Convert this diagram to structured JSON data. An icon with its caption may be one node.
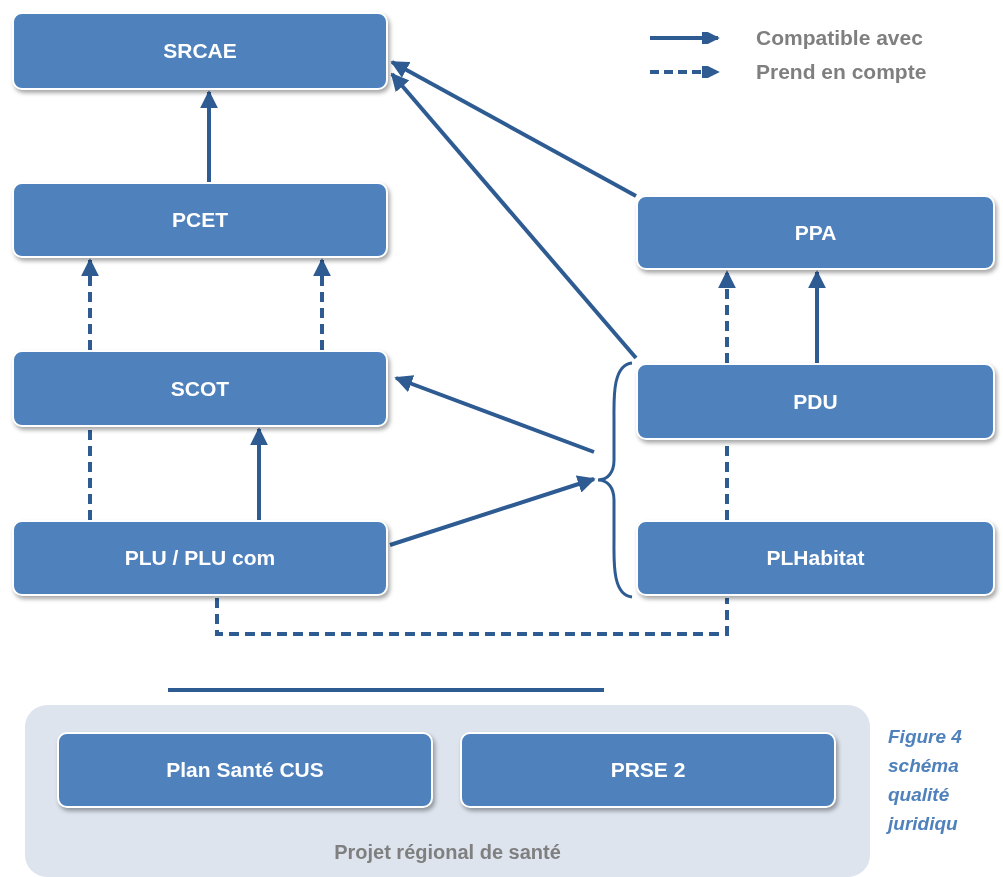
{
  "diagram": {
    "caption": "Figure 4 schéma qualité juridiqu",
    "nodes": [
      {
        "text": [
          "SRCAE"
        ]
      },
      {
        "text": [
          "PCET"
        ]
      },
      {
        "text": [
          "SCOT"
        ]
      },
      {
        "text": [
          "PLU / PLU com"
        ]
      },
      {
        "text": [
          "PPA"
        ]
      },
      {
        "text": [
          "PDU"
        ]
      },
      {
        "text": [
          "PLHabitat"
        ]
      },
      {
        "text": [],
        "shape": "brace"
      },
      {
        "text": [
          "Projet régional de santé"
        ]
      },
      {
        "text": [
          "Plan Santé CUS"
        ],
        "in": 8
      },
      {
        "text": [
          "PRSE 2"
        ],
        "in": 8
      }
    ],
    "edges": [
      {
        "from": 1,
        "to": 0,
        "arrow": "to"
      },
      {
        "from": 2,
        "to": 1,
        "arrow": "to",
        "style": "dashed"
      },
      {
        "from": 2,
        "to": 1,
        "arrow": "to",
        "style": "dashed"
      },
      {
        "from": 3,
        "to": 2,
        "arrow": "to"
      },
      {
        "from": 3,
        "to": 2,
        "arrow": "none",
        "style": "dashed"
      },
      {
        "from": 4,
        "to": 0,
        "arrow": "to"
      },
      {
        "from": 5,
        "to": 0,
        "arrow": "to"
      },
      {
        "from": 7,
        "to": 2,
        "arrow": "to"
      },
      {
        "from": 3,
        "to": 7,
        "arrow": "to"
      },
      {
        "from": 5,
        "to": 4,
        "arrow": "to",
        "style": "dashed"
      },
      {
        "from": 5,
        "to": 4,
        "arrow": "to"
      },
      {
        "from": 6,
        "to": 5,
        "arrow": "none",
        "style": "dashed"
      },
      {
        "from": 3,
        "to": 6,
        "arrow": "none",
        "style": "dashed"
      }
    ],
    "legend": [
      {
        "text": "Compatible avec"
      },
      {
        "text": "Prend en compte"
      }
    ]
  }
}
